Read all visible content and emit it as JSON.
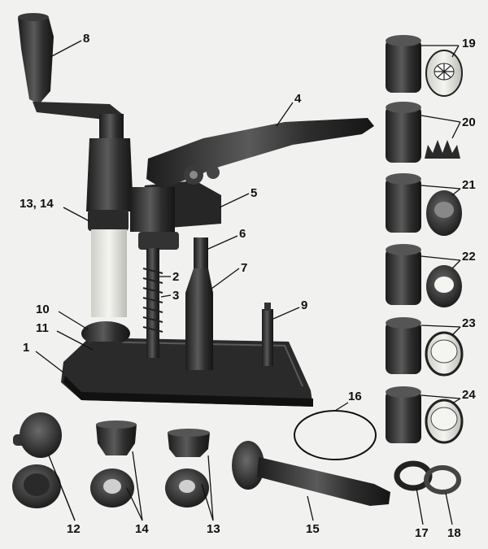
{
  "diagram": {
    "labels": [
      {
        "id": "l1",
        "text": "1"
      },
      {
        "id": "l2",
        "text": "2"
      },
      {
        "id": "l3",
        "text": "3"
      },
      {
        "id": "l4",
        "text": "4"
      },
      {
        "id": "l5",
        "text": "5"
      },
      {
        "id": "l6",
        "text": "6"
      },
      {
        "id": "l7",
        "text": "7"
      },
      {
        "id": "l8",
        "text": "8"
      },
      {
        "id": "l9",
        "text": "9"
      },
      {
        "id": "l10",
        "text": "10"
      },
      {
        "id": "l11",
        "text": "11"
      },
      {
        "id": "l12",
        "text": "12"
      },
      {
        "id": "l13",
        "text": "13"
      },
      {
        "id": "l1314",
        "text": "13, 14"
      },
      {
        "id": "l14",
        "text": "14"
      },
      {
        "id": "l15",
        "text": "15"
      },
      {
        "id": "l16",
        "text": "16"
      },
      {
        "id": "l17",
        "text": "17"
      },
      {
        "id": "l18",
        "text": "18"
      },
      {
        "id": "l19",
        "text": "19"
      },
      {
        "id": "l20",
        "text": "20"
      },
      {
        "id": "l21",
        "text": "21"
      },
      {
        "id": "l22",
        "text": "22"
      },
      {
        "id": "l23",
        "text": "23"
      },
      {
        "id": "l24",
        "text": "24"
      }
    ]
  }
}
